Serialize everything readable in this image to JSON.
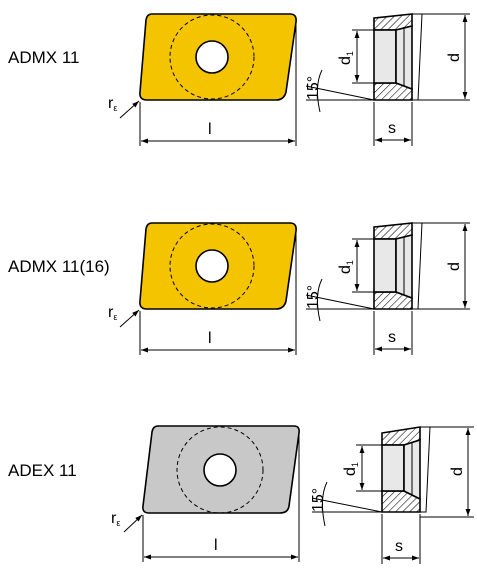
{
  "inserts": [
    {
      "name": "ADMX 11",
      "fill": "#f4c400",
      "labels": {
        "r": "r",
        "r_sub": "ε",
        "l": "l",
        "d": "d",
        "d1": "d",
        "d1_sub": "1",
        "s": "s",
        "angle": "15°"
      }
    },
    {
      "name": "ADMX 11(16)",
      "fill": "#f4c400",
      "labels": {
        "r": "r",
        "r_sub": "ε",
        "l": "l",
        "d": "d",
        "d1": "d",
        "d1_sub": "1",
        "s": "s",
        "angle": "15°"
      }
    },
    {
      "name": "ADEX 11",
      "fill": "#c8c8c8",
      "labels": {
        "r": "r",
        "r_sub": "ε",
        "l": "l",
        "d": "d",
        "d1": "d",
        "d1_sub": "1",
        "s": "s",
        "angle": "15°"
      }
    }
  ]
}
